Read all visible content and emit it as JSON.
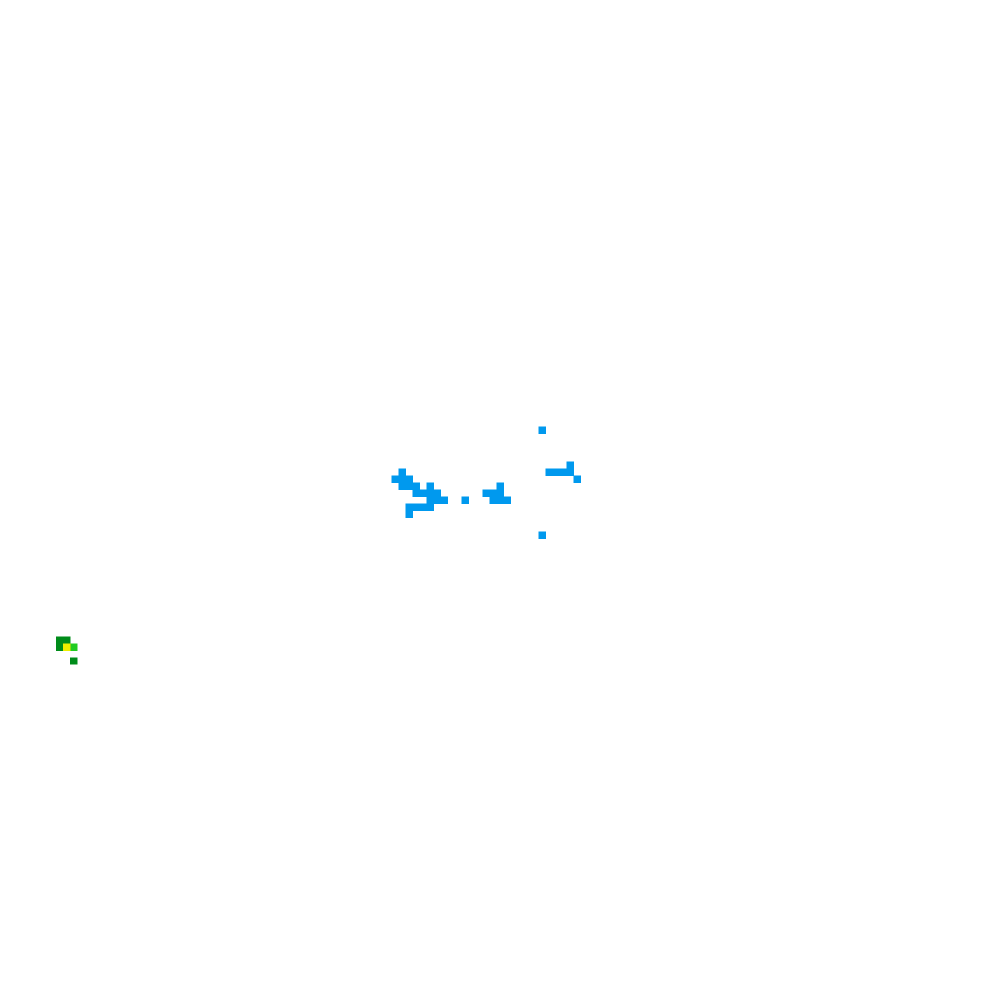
{
  "map": {
    "background_color": "#ffffff",
    "grid_columns": 143,
    "grid_rows": 143,
    "layers": [
      {
        "name": "water",
        "color": "#0099ee",
        "cells": [
          [
            77,
            61
          ],
          [
            57,
            67
          ],
          [
            57,
            68
          ],
          [
            56,
            68
          ],
          [
            58,
            68
          ],
          [
            57,
            69
          ],
          [
            58,
            69
          ],
          [
            59,
            69
          ],
          [
            61,
            69
          ],
          [
            71,
            69
          ],
          [
            59,
            70
          ],
          [
            60,
            70
          ],
          [
            61,
            70
          ],
          [
            62,
            70
          ],
          [
            69,
            70
          ],
          [
            70,
            70
          ],
          [
            71,
            70
          ],
          [
            61,
            71
          ],
          [
            62,
            71
          ],
          [
            63,
            71
          ],
          [
            66,
            71
          ],
          [
            70,
            71
          ],
          [
            71,
            71
          ],
          [
            72,
            71
          ],
          [
            58,
            72
          ],
          [
            59,
            72
          ],
          [
            60,
            72
          ],
          [
            61,
            72
          ],
          [
            58,
            73
          ],
          [
            78,
            67
          ],
          [
            79,
            67
          ],
          [
            80,
            67
          ],
          [
            81,
            66
          ],
          [
            81,
            67
          ],
          [
            82,
            68
          ],
          [
            77,
            76
          ]
        ]
      },
      {
        "name": "vegetation",
        "color": "#008c1a",
        "cells": [
          [
            8,
            91
          ],
          [
            9,
            91
          ],
          [
            8,
            92
          ],
          [
            10,
            94
          ]
        ]
      },
      {
        "name": "vegetation-light",
        "color": "#22cc22",
        "cells": [
          [
            10,
            92
          ]
        ]
      },
      {
        "name": "sand",
        "color": "#eeee00",
        "cells": [
          [
            9,
            92
          ]
        ]
      }
    ]
  }
}
